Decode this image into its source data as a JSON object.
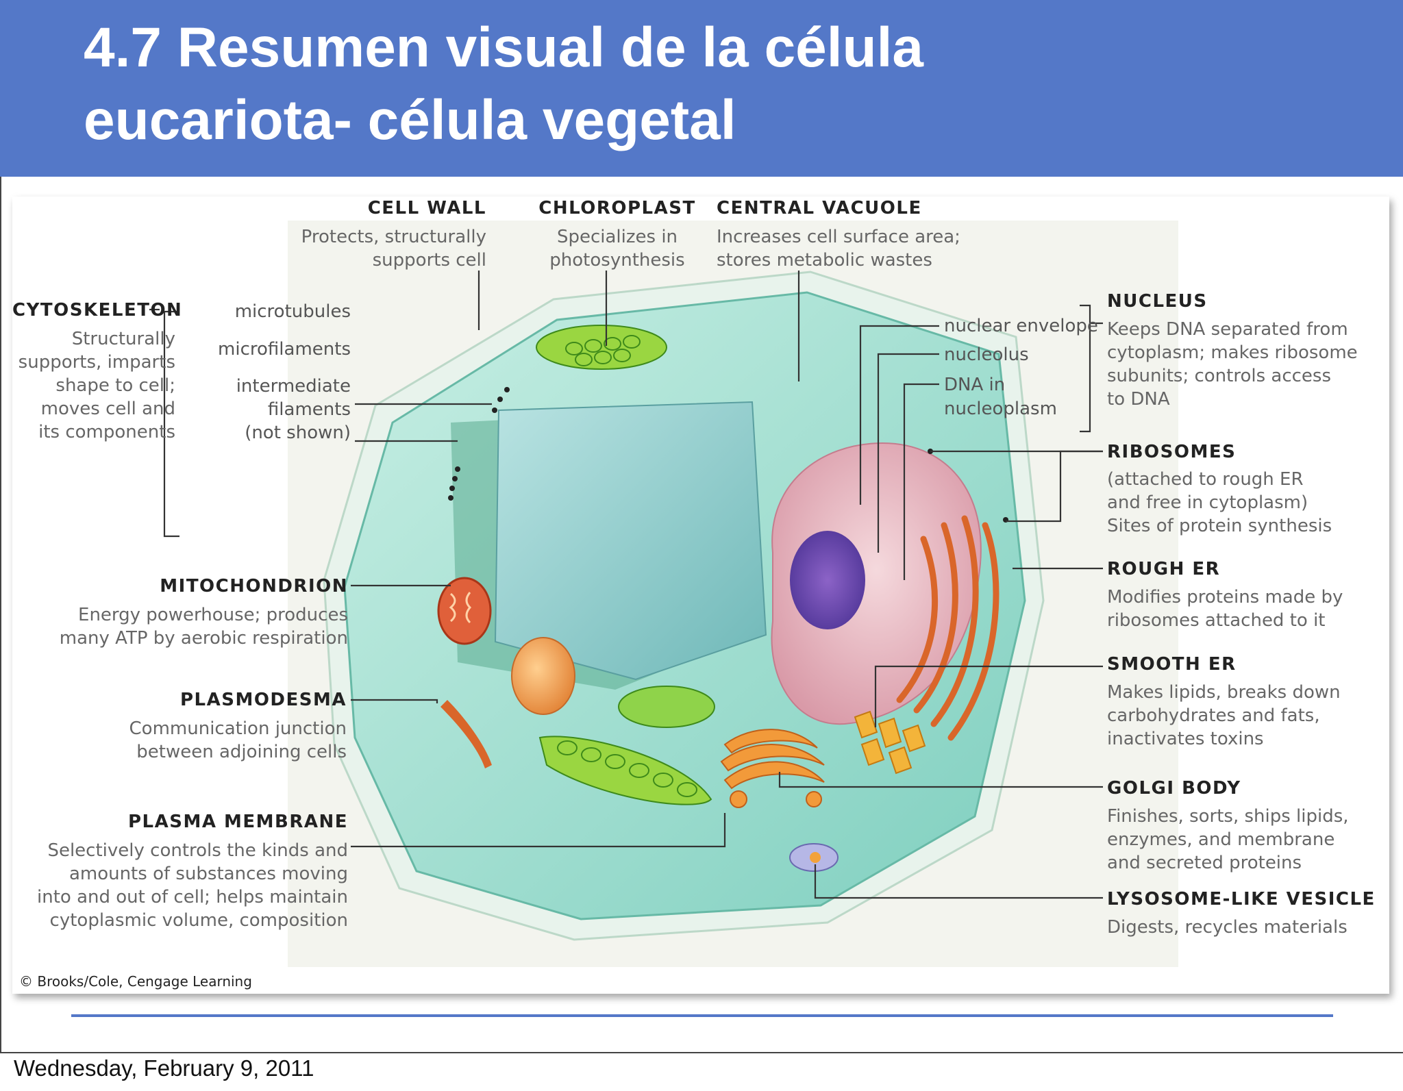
{
  "slide": {
    "title_line1": "4.7 Resumen visual de la célula",
    "title_line2": "eucariota- célula vegetal",
    "date": "Wednesday, February 9, 2011"
  },
  "diagram": {
    "credit": "© Brooks/Cole, Cengage Learning",
    "cell_wall": {
      "title": "CELL WALL",
      "desc": [
        "Protects, structurally",
        "supports cell"
      ]
    },
    "chloroplast": {
      "title": "CHLOROPLAST",
      "desc": [
        "Specializes in",
        "photosynthesis"
      ]
    },
    "central_vacuole": {
      "title": "CENTRAL VACUOLE",
      "desc": [
        "Increases cell surface area;",
        "stores metabolic wastes"
      ]
    },
    "cytoskeleton": {
      "title": "CYTOSKELETON",
      "desc": [
        "Structurally",
        "supports, imparts",
        "shape to cell;",
        "moves cell and",
        "its components"
      ],
      "parts": [
        "microtubules",
        "microfilaments"
      ],
      "intermediate": [
        "intermediate",
        "filaments",
        "(not shown)"
      ]
    },
    "mitochondrion": {
      "title": "MITOCHONDRION",
      "desc": [
        "Energy powerhouse; produces",
        "many ATP by aerobic respiration"
      ]
    },
    "plasmodesma": {
      "title": "PLASMODESMA",
      "desc": [
        "Communication junction",
        "between adjoining cells"
      ]
    },
    "plasma_membrane": {
      "title": "PLASMA MEMBRANE",
      "desc": [
        "Selectively controls the kinds and",
        "amounts of substances moving",
        "into and out of cell; helps maintain",
        "cytoplasmic volume, composition"
      ]
    },
    "nucleus": {
      "parts": [
        "nuclear envelope",
        "nucleolus",
        "DNA in",
        "nucleoplasm"
      ],
      "title": "NUCLEUS",
      "desc": [
        "Keeps DNA separated from",
        "cytoplasm; makes ribosome",
        "subunits; controls access",
        "to DNA"
      ]
    },
    "ribosomes": {
      "title": "RIBOSOMES",
      "desc": [
        "(attached to rough ER",
        "and free in cytoplasm)",
        "Sites of protein synthesis"
      ]
    },
    "rough_er": {
      "title": "ROUGH ER",
      "desc": [
        "Modifies proteins made by",
        "ribosomes attached to it"
      ]
    },
    "smooth_er": {
      "title": "SMOOTH ER",
      "desc": [
        "Makes lipids, breaks down",
        "carbohydrates and fats,",
        "inactivates toxins"
      ]
    },
    "golgi": {
      "title": "GOLGI BODY",
      "desc": [
        "Finishes, sorts, ships lipids,",
        "enzymes, and membrane",
        "and secreted proteins"
      ]
    },
    "lysosome": {
      "title": "LYSOSOME-LIKE VESICLE",
      "desc": [
        "Digests, recycles materials"
      ]
    }
  },
  "colors": {
    "header_blue": "#5478c8",
    "cell_teal": "#8fd6c8",
    "chloroplast_green": "#7cc43a",
    "nucleus_pink": "#e6a9b8",
    "er_orange": "#d9662a"
  }
}
